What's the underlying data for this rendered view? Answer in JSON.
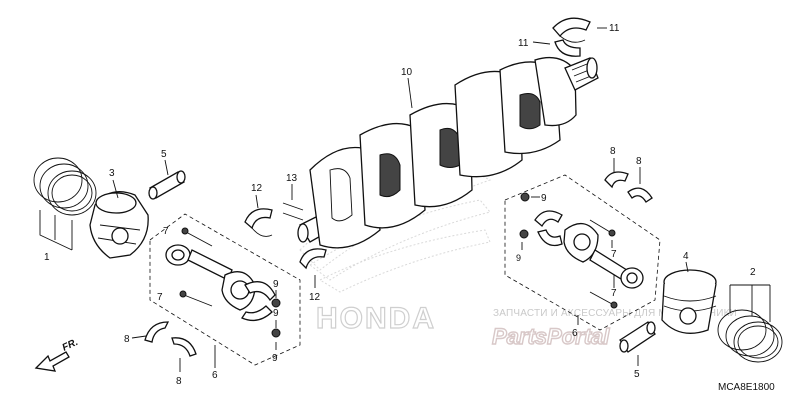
{
  "diagram": {
    "code": "MCA8E1800",
    "direction_label": "FR.",
    "callouts": {
      "c1": "1",
      "c2": "2",
      "c3": "3",
      "c4": "4",
      "c5a": "5",
      "c5b": "5",
      "c6a": "6",
      "c6b": "6",
      "c7a": "7",
      "c7b": "7",
      "c7c": "7",
      "c7d": "7",
      "c8a": "8",
      "c8b": "8",
      "c8c": "8",
      "c8d": "8",
      "c9a": "9",
      "c9b": "9",
      "c9c": "9",
      "c9d": "9",
      "c10": "10",
      "c11a": "11",
      "c11b": "11",
      "c12a": "12",
      "c12b": "12",
      "c13": "13"
    },
    "watermark": {
      "brand": "HONDA",
      "caption": "ЗАПЧАСТИ И АКСЕССУАРЫ ДЛЯ МОТОТЕХНИКИ",
      "logo": "PartsPortal"
    }
  }
}
